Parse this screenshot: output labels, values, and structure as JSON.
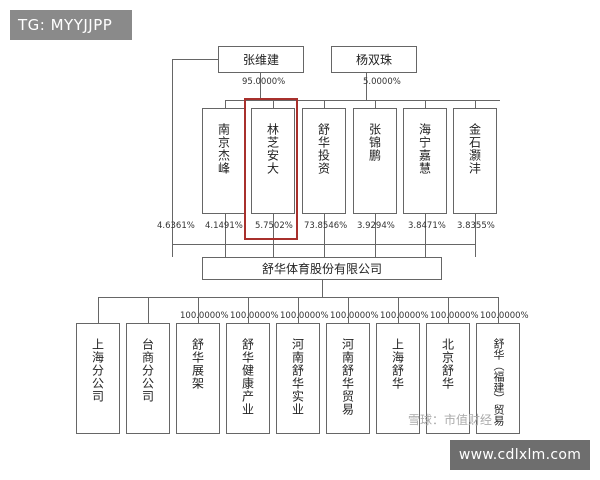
{
  "watermark_tag": "TG: MYYJJPP",
  "watermark_url": "www.cdlxlm.com",
  "watermark_center": "雪球：市值财经",
  "top_holders": [
    {
      "name": "张维建",
      "pct": "95.0000%"
    },
    {
      "name": "杨双珠",
      "pct": "5.0000%"
    }
  ],
  "shareholders": [
    {
      "name": "南京杰峰",
      "pct": "4.1491%"
    },
    {
      "name": "林芝安大",
      "pct": "5.7502%"
    },
    {
      "name": "舒华投资",
      "pct": "73.8546%"
    },
    {
      "name": "张锦鹏",
      "pct": "3.9294%"
    },
    {
      "name": "海宁嘉慧",
      "pct": "3.8471%"
    },
    {
      "name": "金石灏沣",
      "pct": "3.8355%"
    }
  ],
  "direct_pct": "4.6361%",
  "company": "舒华体育股份有限公司",
  "subsidiaries": [
    {
      "name": "上海分公司",
      "pct": ""
    },
    {
      "name": "台商分公司",
      "pct": ""
    },
    {
      "name": "舒华展架",
      "pct": "100.0000%"
    },
    {
      "name": "舒华健康产业",
      "pct": "100.0000%"
    },
    {
      "name": "河南舒华实业",
      "pct": "100.0000%"
    },
    {
      "name": "河南舒华贸易",
      "pct": "100.0000%"
    },
    {
      "name": "上海舒华",
      "pct": "100.0000%"
    },
    {
      "name": "北京舒华",
      "pct": "100.0000%"
    },
    {
      "name": "舒华（福建）贸易",
      "pct": "100.0000%"
    }
  ]
}
